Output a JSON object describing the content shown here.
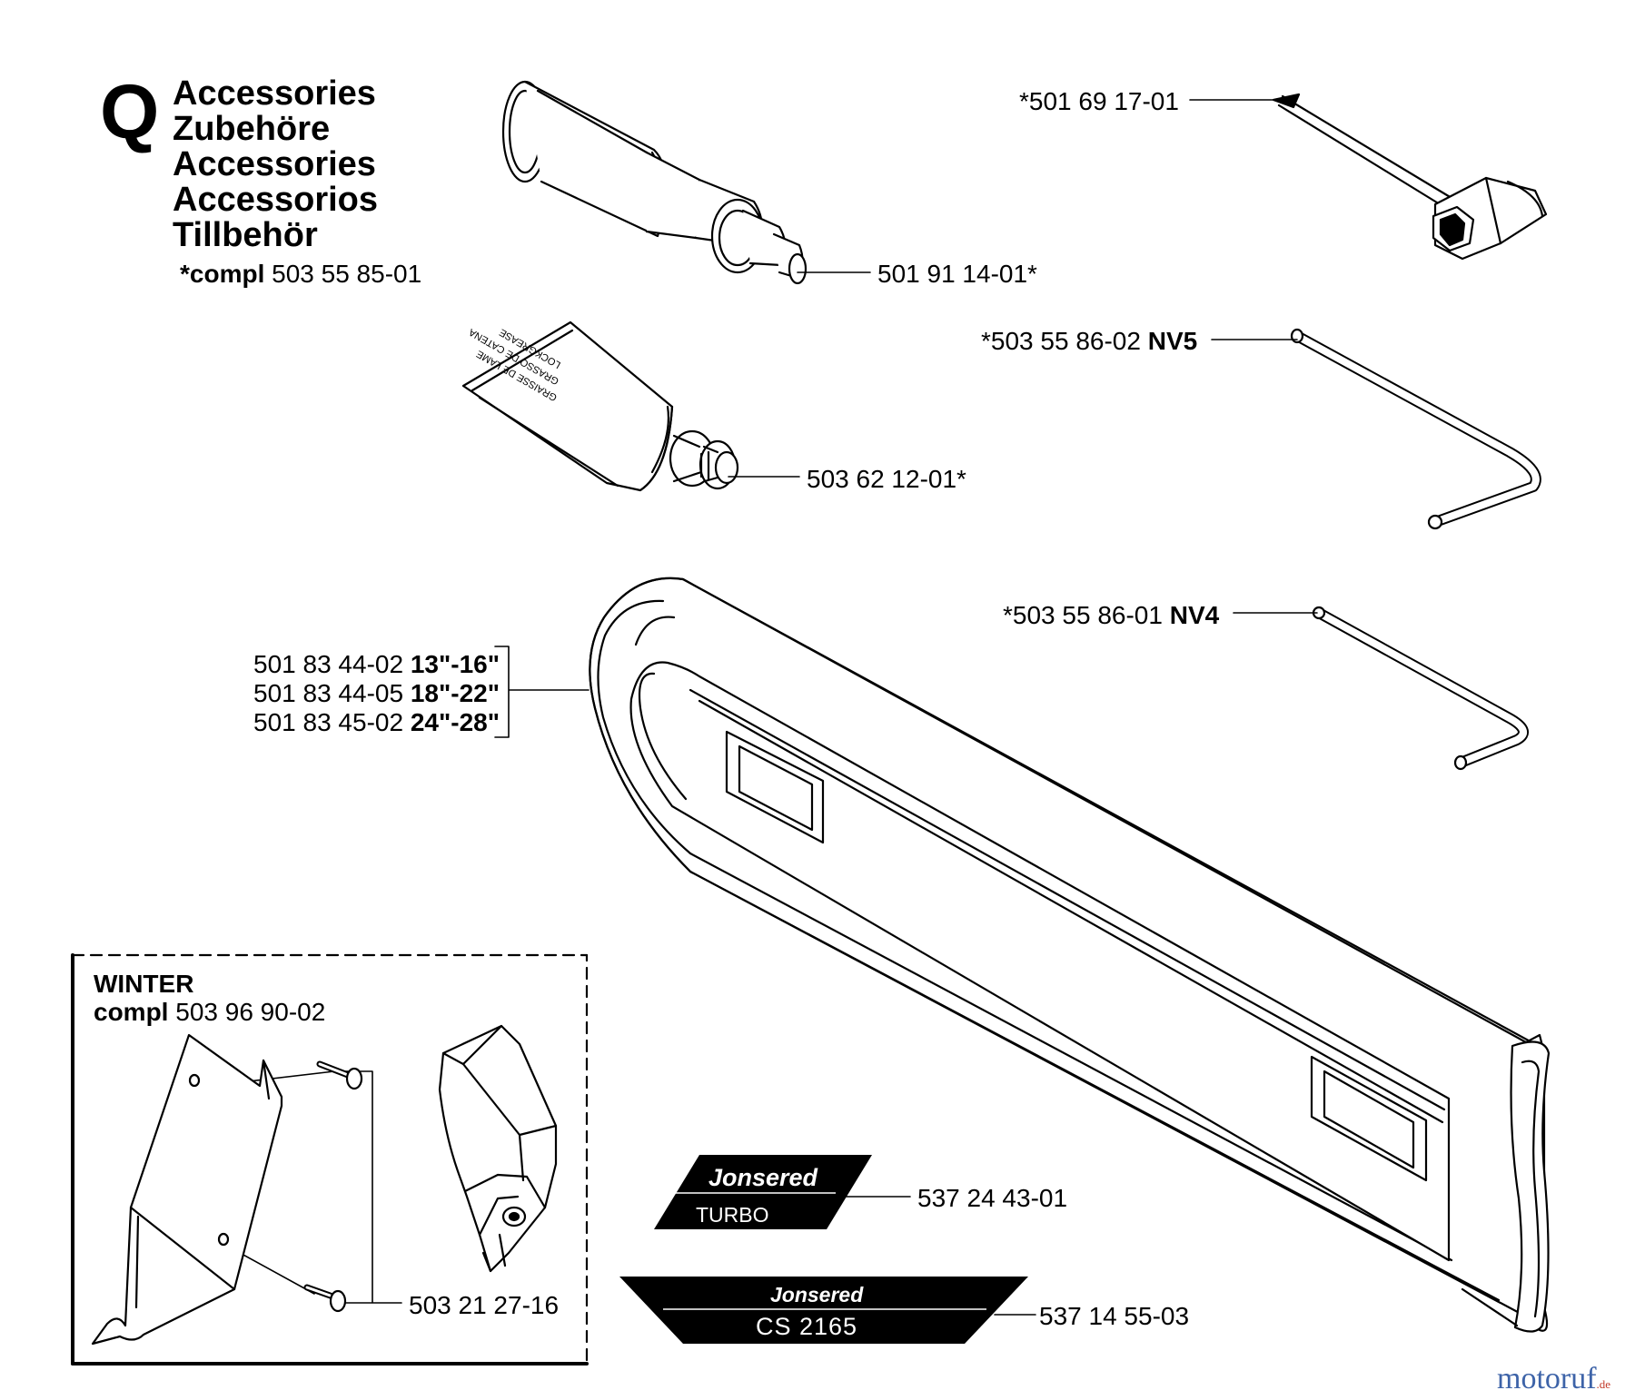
{
  "header": {
    "letter": "Q",
    "titles": [
      "Accessories",
      "Zubehöre",
      "Accessories",
      "Accessorios",
      "Tillbehör"
    ],
    "compl_prefix": "*compl",
    "compl_number": "503 55 85-01"
  },
  "parts": {
    "screwdriver": "*501 69 17-01",
    "grease_pump": "501 91 14-01*",
    "hex_key_nv5_number": "*503 55 86-02",
    "hex_key_nv5_size": "NV5",
    "grease_tube": "503 62 12-01*",
    "hex_key_nv4_number": "*503 55 86-01",
    "hex_key_nv4_size": "NV4",
    "bar_cover": [
      {
        "number": "501 83 44-02",
        "size": "13\"-16\""
      },
      {
        "number": "501 83 44-05",
        "size": "18\"-22\""
      },
      {
        "number": "501 83 45-02",
        "size": "24\"-28\""
      }
    ],
    "decal_turbo": "537 24 43-01",
    "decal_model": "537 14 55-03",
    "winter_screws": "503 21 27-16"
  },
  "winter_kit": {
    "title": "WINTER",
    "compl_prefix": "compl",
    "compl_number": "503 96 90-02"
  },
  "decals": {
    "turbo_brand": "Jonsered",
    "turbo_text": "TURBO",
    "model_brand": "Jonsered",
    "model_text": "CS 2165"
  },
  "tube_print": [
    "LOCKGREASE",
    "GRASSO DE CATENA",
    "GRAISSE DE LAME"
  ],
  "watermark": {
    "main": "motoruf",
    "suffix": ".de"
  },
  "colors": {
    "ink": "#000000",
    "paper": "#ffffff",
    "watermark_blue": "#3d63a8",
    "watermark_red": "#c23a2a"
  }
}
